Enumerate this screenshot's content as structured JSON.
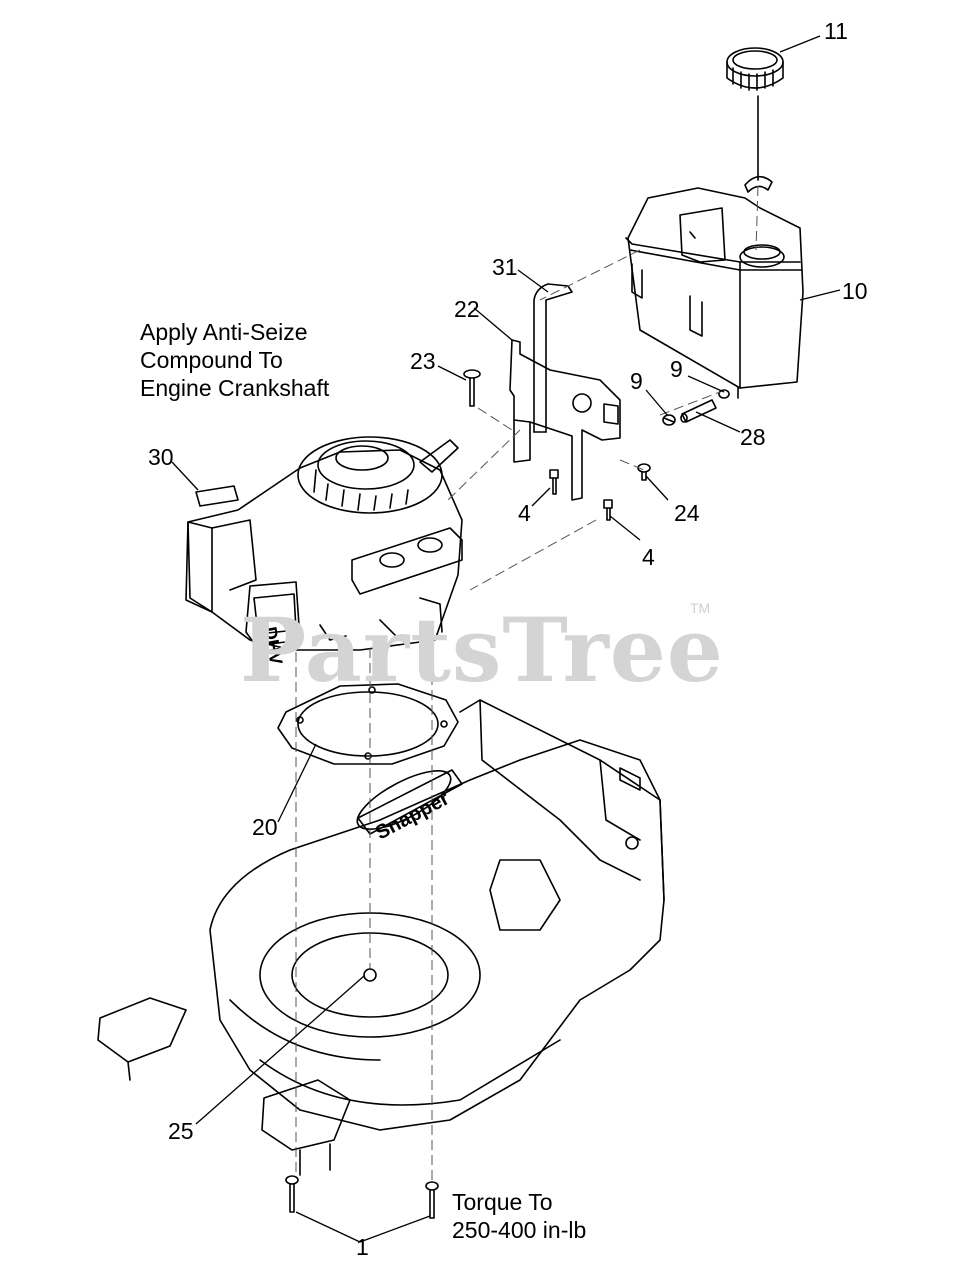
{
  "watermark": {
    "brand": "PartsTree",
    "tm": "TM"
  },
  "notes": {
    "anti_seize": [
      "Apply Anti-Seize",
      "Compound To",
      "Engine Crankshaft"
    ],
    "torque": [
      "Torque To",
      "250-400 in-lb"
    ]
  },
  "callouts": {
    "c11": "11",
    "c10": "10",
    "c31": "31",
    "c22": "22",
    "c23": "23",
    "c9a": "9",
    "c9b": "9",
    "c28": "28",
    "c30": "30",
    "c4a": "4",
    "c4b": "4",
    "c24": "24",
    "c20": "20",
    "c25": "25",
    "c1": "1"
  },
  "stamps": {
    "engine_badge": "DHV",
    "deck_logo": "Snapper"
  }
}
